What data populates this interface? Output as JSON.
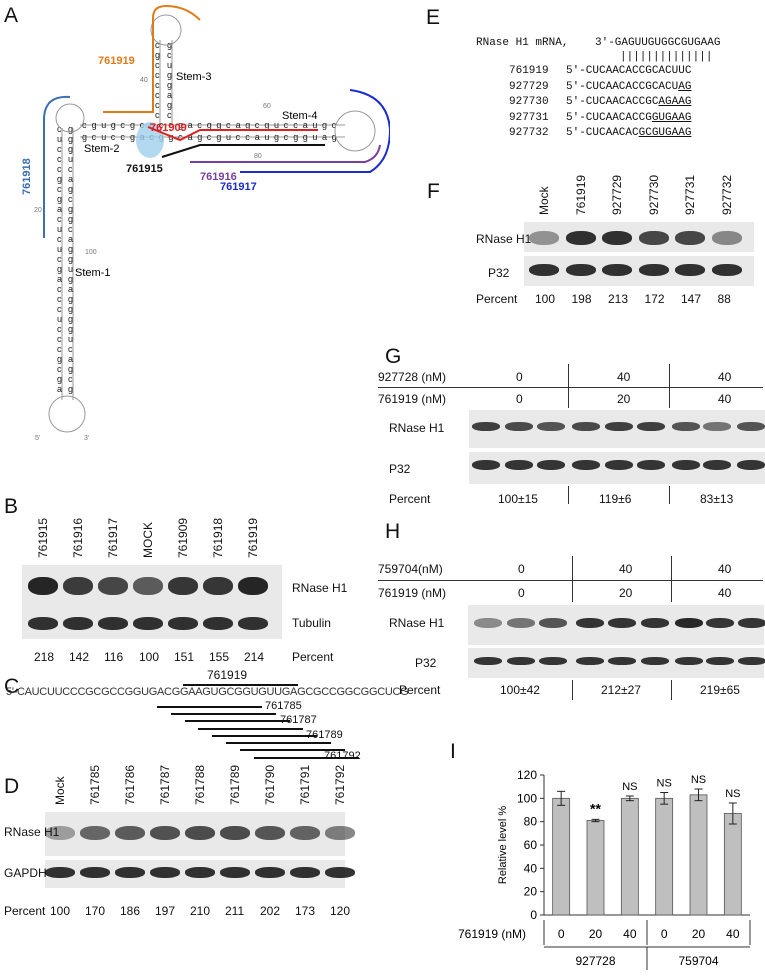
{
  "panels": {
    "A": {
      "letter": "A",
      "stems": [
        "Stem-1",
        "Stem-2",
        "Stem-3",
        "Stem-4"
      ],
      "oligos": [
        {
          "id": "761918",
          "color": "#3a6fb0"
        },
        {
          "id": "761919",
          "color": "#e07b1a"
        },
        {
          "id": "761909",
          "color": "#e02020"
        },
        {
          "id": "761915",
          "color": "#111111"
        },
        {
          "id": "761916",
          "color": "#7a3ea0"
        },
        {
          "id": "761917",
          "color": "#1a2bd0"
        }
      ],
      "numbers": [
        "20",
        "40",
        "60",
        "80",
        "100"
      ],
      "ends": [
        "5'",
        "3'"
      ]
    },
    "B": {
      "letter": "B",
      "lanes": [
        "761915",
        "761916",
        "761917",
        "MOCK",
        "761909",
        "761918",
        "761919"
      ],
      "rows": [
        "RNase H1",
        "Tubulin"
      ],
      "percent_label": "Percent",
      "percents": [
        "218",
        "142",
        "116",
        "100",
        "151",
        "155",
        "214"
      ]
    },
    "C": {
      "letter": "C",
      "sequence": "5'-CAUCUUCCCGCGCCGGUGACGGAAGUGCGGUGUUGAGCGCCGGCGGCUCG",
      "top_oligo": "761919",
      "oligos": [
        "761785",
        "761787",
        "761789",
        "761792"
      ]
    },
    "D": {
      "letter": "D",
      "lanes": [
        "Mock",
        "761785",
        "761786",
        "761787",
        "761788",
        "761789",
        "761790",
        "761791",
        "761792"
      ],
      "rows": [
        "RNase H1",
        "GAPDH"
      ],
      "percent_label": "Percent",
      "percents": [
        "100",
        "170",
        "186",
        "197",
        "210",
        "211",
        "202",
        "173",
        "120"
      ]
    },
    "E": {
      "letter": "E",
      "mrna_label": "RNase H1 mRNA,",
      "mrna_seq": "3'-GAGUUGUGGCGUGAAG",
      "pairs": "||||||||||||||",
      "rows": [
        {
          "id": "761919",
          "prefix": "5'-CUCAACACCGCACUUC",
          "underlined": ""
        },
        {
          "id": "927729",
          "prefix": "5'-CUCAACACCGCACU",
          "underlined": "AG"
        },
        {
          "id": "927730",
          "prefix": "5'-CUCAACACCGC",
          "underlined": "AGAAG"
        },
        {
          "id": "927731",
          "prefix": "5'-CUCAACACCG",
          "underlined": "GUGAAG"
        },
        {
          "id": "927732",
          "prefix": "5'-CUCAACAC",
          "underlined": "GCGUGAAG"
        }
      ]
    },
    "F": {
      "letter": "F",
      "lanes": [
        "Mock",
        "761919",
        "927729",
        "927730",
        "927731",
        "927732"
      ],
      "rows": [
        "RNase H1",
        "P32"
      ],
      "percent_label": "Percent",
      "percents": [
        "100",
        "198",
        "213",
        "172",
        "147",
        "88"
      ]
    },
    "G": {
      "letter": "G",
      "cond1": "927728 (nM)",
      "cond1_vals": [
        "0",
        "40",
        "40"
      ],
      "cond2": "761919 (nM)",
      "cond2_vals": [
        "0",
        "20",
        "40"
      ],
      "rows": [
        "RNase H1",
        "P32"
      ],
      "percent_label": "Percent",
      "percents": [
        "100±15",
        "119±6",
        "83±13"
      ]
    },
    "H": {
      "letter": "H",
      "cond1": "759704(nM)",
      "cond1_vals": [
        "0",
        "40",
        "40"
      ],
      "cond2": "761919 (nM)",
      "cond2_vals": [
        "0",
        "20",
        "40"
      ],
      "rows": [
        "RNase H1",
        "P32"
      ],
      "percent_label": "Percent",
      "percents": [
        "100±42",
        "212±27",
        "219±65"
      ]
    },
    "I": {
      "letter": "I",
      "ylabel": "Relative level %",
      "xlabel": "761919 (nM)",
      "groups": [
        "927728",
        "759704"
      ],
      "sig": [
        "",
        "**",
        "NS",
        "NS",
        "NS",
        "NS"
      ]
    }
  },
  "chart_data": {
    "type": "bar",
    "categories": [
      "0",
      "20",
      "40",
      "0",
      "20",
      "40"
    ],
    "groups": [
      "927728",
      "927728",
      "927728",
      "759704",
      "759704",
      "759704"
    ],
    "values": [
      100,
      81,
      100,
      100,
      103,
      87
    ],
    "errors": [
      6,
      1,
      2,
      5,
      5,
      9
    ],
    "ylabel": "Relative level %",
    "xlabel": "761919 (nM)",
    "ylim": [
      0,
      120
    ],
    "yticks": [
      0,
      20,
      40,
      60,
      80,
      100,
      120
    ],
    "bar_color": "#bfbfbf"
  }
}
